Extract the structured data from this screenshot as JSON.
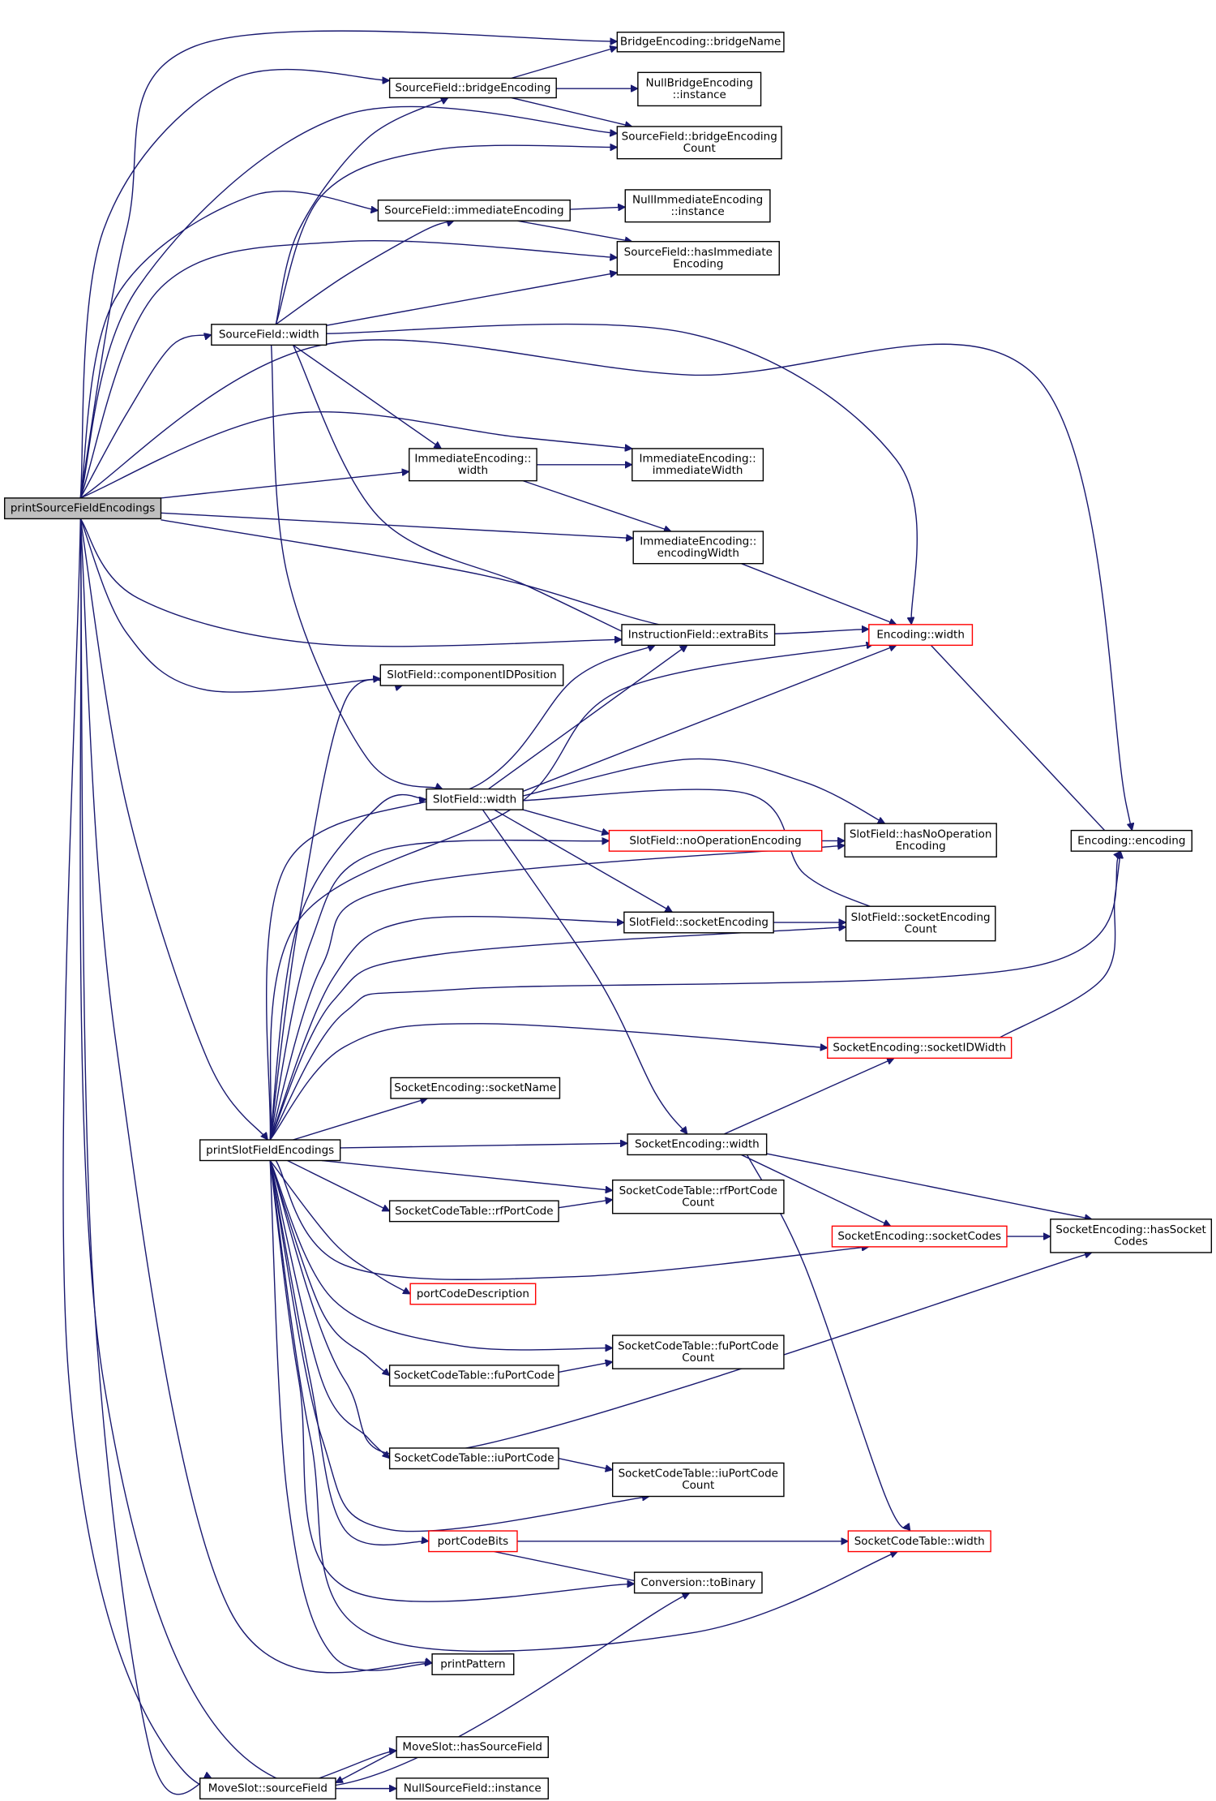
{
  "graph": {
    "colors": {
      "edge": "#191970",
      "border": "#000000",
      "border_truncated": "#ff0000",
      "root_fill": "#bfbfbf"
    },
    "nodes": {
      "pSFE": {
        "lines": [
          "printSourceFieldEncodings"
        ]
      },
      "bridgeName": {
        "lines": [
          "BridgeEncoding::bridgeName"
        ]
      },
      "sfBridgeEnc": {
        "lines": [
          "SourceField::bridgeEncoding"
        ]
      },
      "nullBridge": {
        "lines": [
          "NullBridgeEncoding",
          "::instance"
        ]
      },
      "sfBridgeCount": {
        "lines": [
          "SourceField::bridgeEncoding",
          "Count"
        ]
      },
      "sfImmEnc": {
        "lines": [
          "SourceField::immediateEncoding"
        ]
      },
      "nullImm": {
        "lines": [
          "NullImmediateEncoding",
          "::instance"
        ]
      },
      "sfHasImm": {
        "lines": [
          "SourceField::hasImmediate",
          "Encoding"
        ]
      },
      "sfWidth": {
        "lines": [
          "SourceField::width"
        ]
      },
      "ieWidth": {
        "lines": [
          "ImmediateEncoding::",
          "width"
        ]
      },
      "ieImmWidth": {
        "lines": [
          "ImmediateEncoding::",
          "immediateWidth"
        ]
      },
      "ieEncWidth": {
        "lines": [
          "ImmediateEncoding::",
          "encodingWidth"
        ]
      },
      "ifExtra": {
        "lines": [
          "InstructionField::extraBits"
        ]
      },
      "encWidth": {
        "lines": [
          "Encoding::width"
        ]
      },
      "slotCompId": {
        "lines": [
          "SlotField::componentIDPosition"
        ]
      },
      "slotWidth": {
        "lines": [
          "SlotField::width"
        ]
      },
      "slotNoOp": {
        "lines": [
          "SlotField::noOperationEncoding"
        ]
      },
      "slotHasNoOp": {
        "lines": [
          "SlotField::hasNoOperation",
          "Encoding"
        ]
      },
      "encEnc": {
        "lines": [
          "Encoding::encoding"
        ]
      },
      "slotSockEnc": {
        "lines": [
          "SlotField::socketEncoding"
        ]
      },
      "slotSockCount": {
        "lines": [
          "SlotField::socketEncoding",
          "Count"
        ]
      },
      "seSockIdWidth": {
        "lines": [
          "SocketEncoding::socketIDWidth"
        ]
      },
      "seSockName": {
        "lines": [
          "SocketEncoding::socketName"
        ]
      },
      "pSlotFE": {
        "lines": [
          "printSlotFieldEncodings"
        ]
      },
      "seWidth": {
        "lines": [
          "SocketEncoding::width"
        ]
      },
      "sctRfCount": {
        "lines": [
          "SocketCodeTable::rfPortCode",
          "Count"
        ]
      },
      "sctRf": {
        "lines": [
          "SocketCodeTable::rfPortCode"
        ]
      },
      "seSockCodes": {
        "lines": [
          "SocketEncoding::socketCodes"
        ]
      },
      "seHasSockCodes": {
        "lines": [
          "SocketEncoding::hasSocket",
          "Codes"
        ]
      },
      "portCodeDesc": {
        "lines": [
          "portCodeDescription"
        ]
      },
      "sctFuCount": {
        "lines": [
          "SocketCodeTable::fuPortCode",
          "Count"
        ]
      },
      "sctFu": {
        "lines": [
          "SocketCodeTable::fuPortCode"
        ]
      },
      "sctIu": {
        "lines": [
          "SocketCodeTable::iuPortCode"
        ]
      },
      "sctIuCount": {
        "lines": [
          "SocketCodeTable::iuPortCode",
          "Count"
        ]
      },
      "portCodeBits": {
        "lines": [
          "portCodeBits"
        ]
      },
      "sctWidth": {
        "lines": [
          "SocketCodeTable::width"
        ]
      },
      "convToBin": {
        "lines": [
          "Conversion::toBinary"
        ]
      },
      "printPattern": {
        "lines": [
          "printPattern"
        ]
      },
      "msHasSrc": {
        "lines": [
          "MoveSlot::hasSourceField"
        ]
      },
      "msSrcField": {
        "lines": [
          "MoveSlot::sourceField"
        ]
      },
      "nullSrcField": {
        "lines": [
          "NullSourceField::instance"
        ]
      }
    }
  }
}
